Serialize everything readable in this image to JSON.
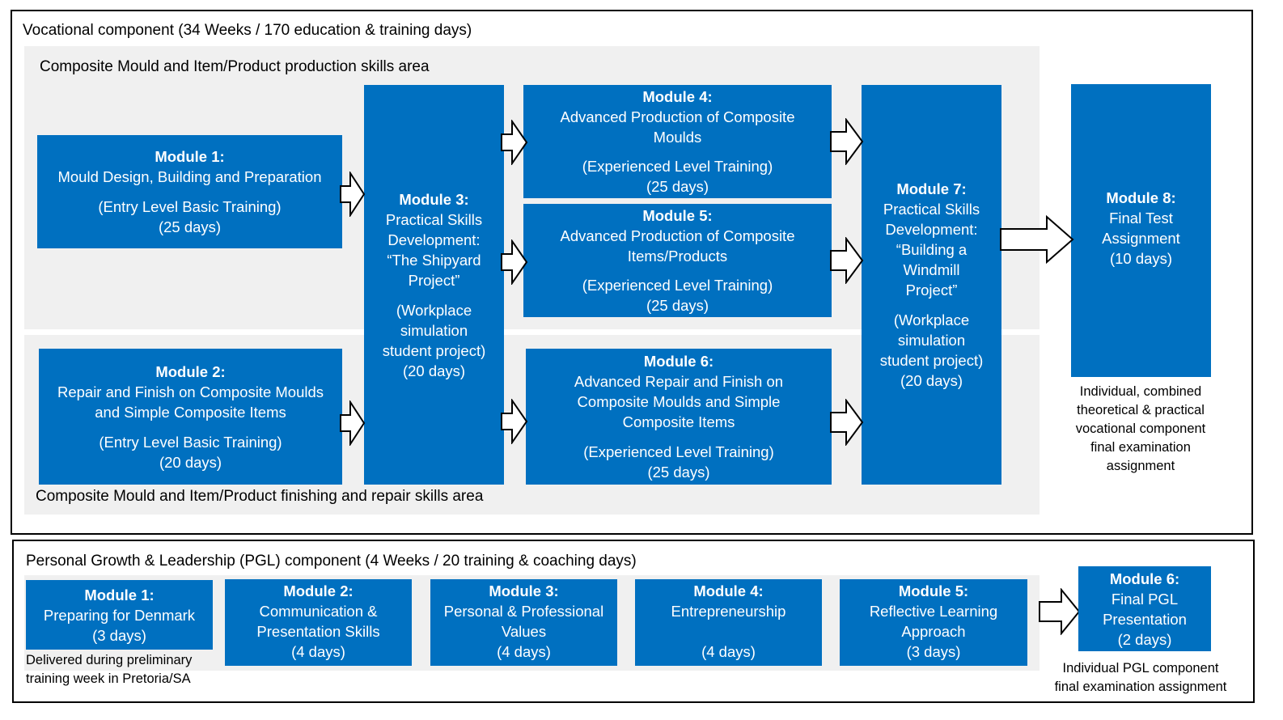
{
  "vocational": {
    "title": "Vocational component (34 Weeks / 170 education & training days)",
    "area_production": "Composite Mould and Item/Product production skills area",
    "area_finishing": "Composite Mould and Item/Product finishing and repair skills area",
    "modules": [
      {
        "title": "Module 1:",
        "lines": [
          "Mould Design, Building and Preparation"
        ],
        "level": "(Entry Level Basic Training)",
        "days": "(25 days)"
      },
      {
        "title": "Module 2:",
        "lines": [
          "Repair and Finish on Composite Moulds",
          "and Simple Composite Items"
        ],
        "level": "(Entry Level Basic Training)",
        "days": "(20 days)"
      },
      {
        "title": "Module 3:",
        "lines": [
          "Practical Skills",
          "Development:",
          "“The Shipyard",
          "Project”"
        ],
        "level_lines": [
          "(Workplace",
          "simulation",
          "student project)"
        ],
        "days": "(20 days)"
      },
      {
        "title": "Module 4:",
        "lines": [
          "Advanced Production of Composite",
          "Moulds"
        ],
        "level": "(Experienced Level Training)",
        "days": "(25 days)"
      },
      {
        "title": "Module 5:",
        "lines": [
          "Advanced Production of Composite",
          "Items/Products"
        ],
        "level": "(Experienced Level Training)",
        "days": "(25 days)"
      },
      {
        "title": "Module 6:",
        "lines": [
          "Advanced Repair and Finish on",
          "Composite Moulds and Simple",
          "Composite Items"
        ],
        "level": "(Experienced Level Training)",
        "days": "(25 days)"
      },
      {
        "title": "Module 7:",
        "lines": [
          "Practical Skills",
          "Development:",
          "“Building a",
          "Windmill",
          "Project”"
        ],
        "level_lines": [
          "(Workplace",
          "simulation",
          "student project)"
        ],
        "days": "(20 days)"
      },
      {
        "title": "Module 8:",
        "lines": [
          "Final Test",
          "Assignment"
        ],
        "days": "(10 days)"
      }
    ],
    "module8_note": [
      "Individual, combined",
      "theoretical & practical",
      "vocational component",
      "final examination",
      "assignment"
    ]
  },
  "pgl": {
    "title": "Personal Growth & Leadership (PGL) component (4 Weeks / 20 training & coaching days)",
    "modules": [
      {
        "title": "Module 1:",
        "lines": [
          "Preparing for Denmark"
        ],
        "days": "(3 days)"
      },
      {
        "title": "Module 2:",
        "lines": [
          "Communication &",
          "Presentation Skills"
        ],
        "days": "(4 days)"
      },
      {
        "title": "Module 3:",
        "lines": [
          "Personal & Professional",
          "Values"
        ],
        "days": "(4 days)"
      },
      {
        "title": "Module 4:",
        "lines": [
          "Entrepreneurship",
          ""
        ],
        "days": "(4 days)"
      },
      {
        "title": "Module 5:",
        "lines": [
          "Reflective Learning",
          "Approach"
        ],
        "days": "(3 days)"
      },
      {
        "title": "Module 6:",
        "lines": [
          "Final PGL",
          "Presentation"
        ],
        "days": "(2 days)"
      }
    ],
    "module1_note": [
      "Delivered during preliminary",
      "training week in Pretoria/SA"
    ],
    "module6_note": [
      "Individual PGL component",
      "final examination assignment"
    ]
  },
  "colors": {
    "module_fill": "#0070c0",
    "area_fill": "#f0f0f0",
    "arrow_fill": "#ffffff",
    "frame": "#000000"
  }
}
